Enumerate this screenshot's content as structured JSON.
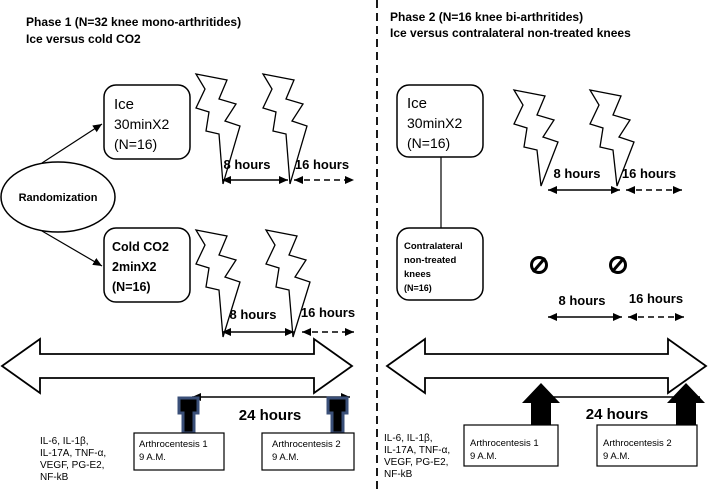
{
  "phase1": {
    "title": "Phase 1 (N=32 knee mono-arthritides)",
    "subtitle": "Ice versus cold CO2",
    "randomization": "Randomization",
    "ice_box": [
      "Ice",
      "30minX2",
      "(N=16)"
    ],
    "co2_box": [
      "Cold CO2",
      "2minX2",
      "(N=16)"
    ],
    "timing_8": "8 hours",
    "timing_16": "16 hours",
    "timing_24": "24 hours",
    "cytokines": [
      "IL-6, IL-1β,",
      "IL-17A, TNF-α,",
      "VEGF, PG-E2,",
      "NF-kB"
    ],
    "arthro1": [
      "Arthrocentesis 1",
      "9 A.M."
    ],
    "arthro2": [
      "Arthrocentesis 2",
      "9 A.M."
    ]
  },
  "phase2": {
    "title": "Phase 2 (N=16 knee bi-arthritides)",
    "subtitle": "Ice versus contralateral non-treated knees",
    "ice_box": [
      "Ice",
      "30minX2",
      "(N=16)"
    ],
    "control_box": [
      "Contralateral",
      "non-treated",
      "knees",
      "(N=16)"
    ],
    "timing_8": "8 hours",
    "timing_16": "16 hours",
    "timing_24": "24 hours",
    "cytokines": [
      "IL-6, IL-1β,",
      "IL-17A, TNF-α,",
      "VEGF, PG-E2,",
      "NF-kB"
    ],
    "arthro1": [
      "Arthrocentesis 1",
      "9 A.M."
    ],
    "arthro2": [
      "Arthrocentesis 2",
      "9 A.M."
    ]
  },
  "colors": {
    "line": "#000000",
    "phase1_arrow_outline": "#3a4f78",
    "phase2_arrow_fill": "#000000"
  },
  "icons": {
    "treatment": "lightning-bolt-icon",
    "no_treatment": "prohibited-sign-icon"
  }
}
